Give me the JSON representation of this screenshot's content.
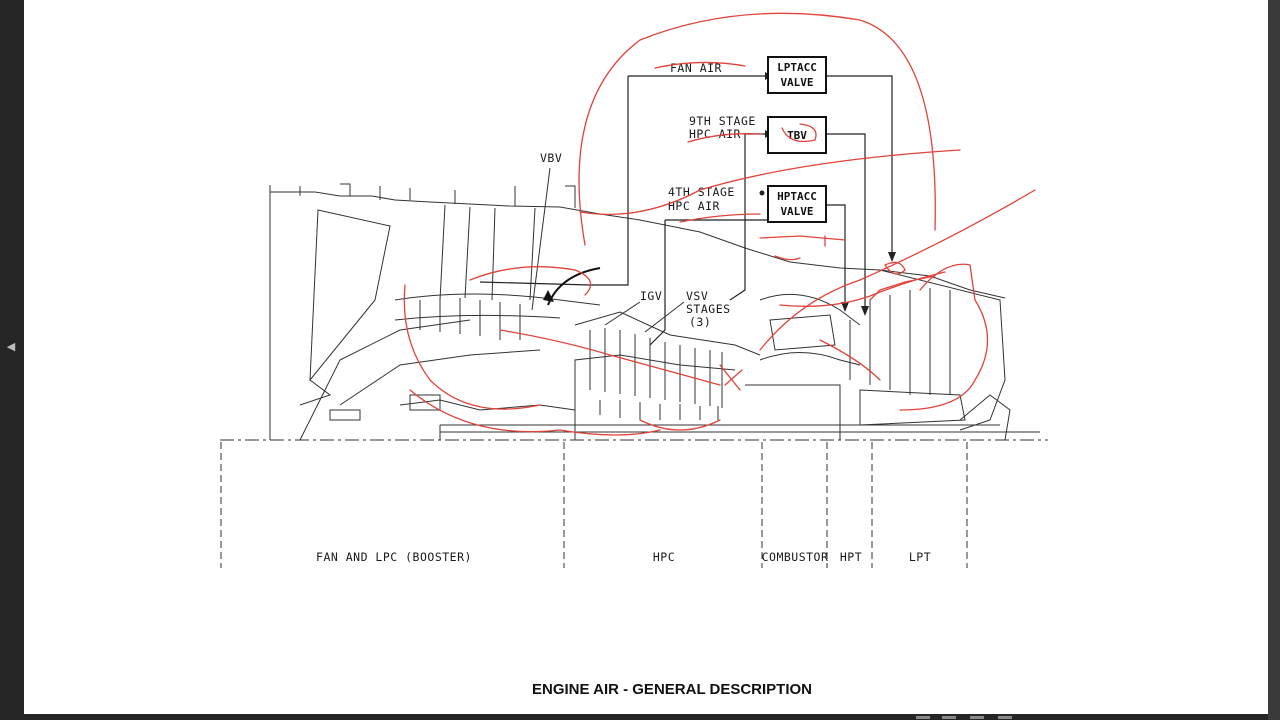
{
  "document": {
    "caption": "ENGINE AIR - GENERAL DESCRIPTION"
  },
  "diagram": {
    "labels": {
      "fan_air": "FAN AIR",
      "stage9_line1": "9TH STAGE",
      "stage9_line2": "HPC AIR",
      "stage4_line1": "4TH STAGE",
      "stage4_line2": "HPC AIR",
      "vbv": "VBV",
      "igv": "IGV",
      "vsv_line1": "VSV",
      "vsv_line2": "STAGES",
      "vsv_line3": "(3)"
    },
    "boxes": {
      "lptacc_line1": "LPTACC",
      "lptacc_line2": "VALVE",
      "tbv": "TBV",
      "hptacc_line1": "HPTACC",
      "hptacc_line2": "VALVE"
    },
    "sections": {
      "fan_lpc": "FAN AND LPC (BOOSTER)",
      "hpc": "HPC",
      "combustor": "COMBUSTOR",
      "hpt": "HPT",
      "lpt": "LPT"
    }
  },
  "viewer": {
    "icons": {
      "prev_page": "left-arrow-icon"
    },
    "colors": {
      "annotation": "#e0433a",
      "background": "#262626",
      "page": "#ffffff"
    }
  }
}
